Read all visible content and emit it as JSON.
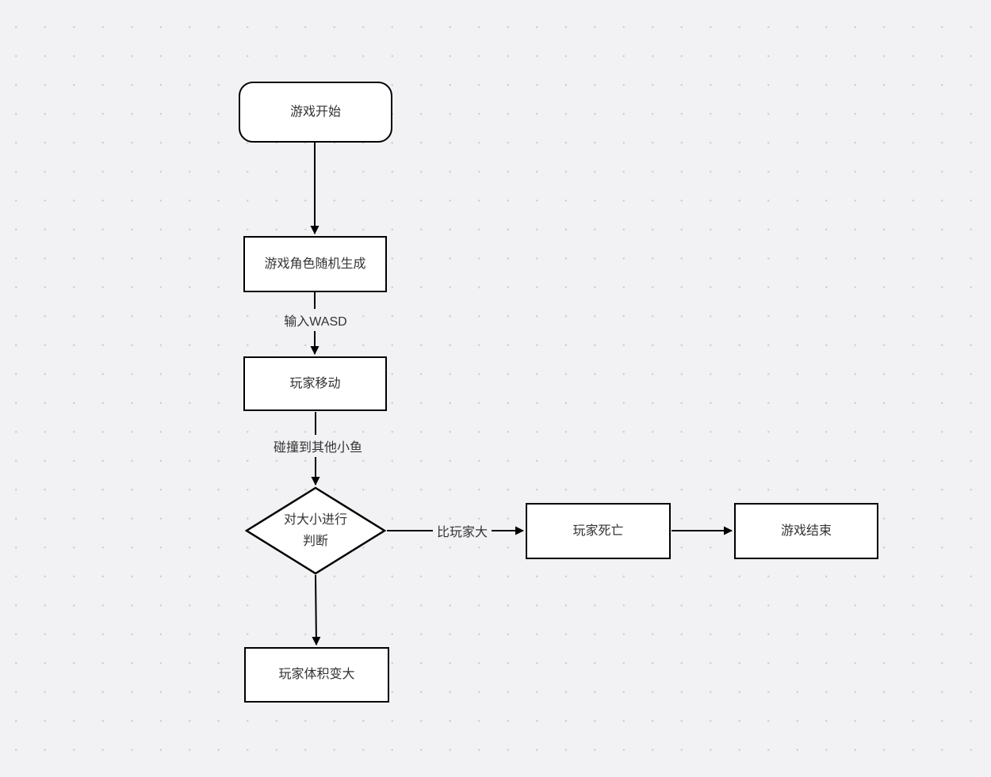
{
  "canvas": {
    "background_color": "#f2f2f4",
    "dot_color": "#cfcfd4",
    "node_fill": "#ffffff",
    "node_stroke": "#000000",
    "text_color": "#333333"
  },
  "flowchart": {
    "nodes": [
      {
        "id": "start",
        "type": "terminator",
        "label": "游戏开始"
      },
      {
        "id": "spawn",
        "type": "process",
        "label": "游戏角色随机生成"
      },
      {
        "id": "move",
        "type": "process",
        "label": "玩家移动"
      },
      {
        "id": "judge",
        "type": "decision",
        "label": "对大小进行 判断",
        "line1": "对大小进行",
        "line2": "判断"
      },
      {
        "id": "die",
        "type": "process",
        "label": "玩家死亡"
      },
      {
        "id": "end",
        "type": "process",
        "label": "游戏结束"
      },
      {
        "id": "grow",
        "type": "process",
        "label": "玩家体积变大"
      }
    ],
    "edges": [
      {
        "from": "start",
        "to": "spawn",
        "label": ""
      },
      {
        "from": "spawn",
        "to": "move",
        "label": "输入WASD"
      },
      {
        "from": "move",
        "to": "judge",
        "label": "碰撞到其他小鱼"
      },
      {
        "from": "judge",
        "to": "die",
        "label": "比玩家大"
      },
      {
        "from": "die",
        "to": "end",
        "label": ""
      },
      {
        "from": "judge",
        "to": "grow",
        "label": ""
      }
    ]
  }
}
